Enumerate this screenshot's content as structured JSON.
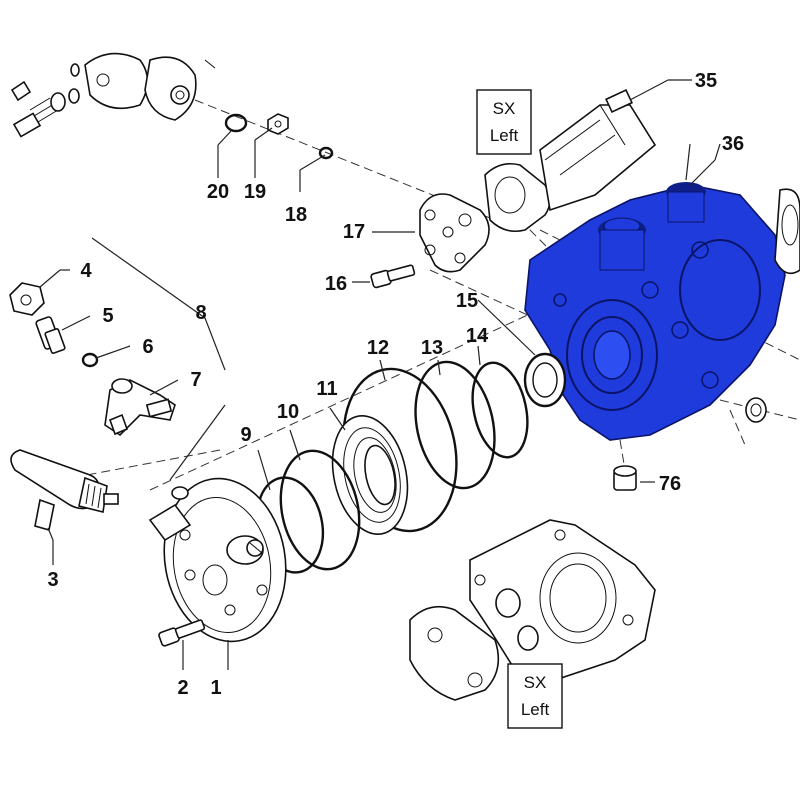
{
  "diagram": {
    "callouts": {
      "c1": "1",
      "c2": "2",
      "c3": "3",
      "c4": "4",
      "c5": "5",
      "c6": "6",
      "c7": "7",
      "c8": "8",
      "c9": "9",
      "c10": "10",
      "c11": "11",
      "c12": "12",
      "c13": "13",
      "c14": "14",
      "c15": "15",
      "c16": "16",
      "c17": "17",
      "c18": "18",
      "c19": "19",
      "c20": "20",
      "c35": "35",
      "c36": "36",
      "c76": "76"
    },
    "side_box_top": {
      "line1": "SX",
      "line2": "Left"
    },
    "side_box_bottom": {
      "line1": "SX",
      "line2": "Left"
    },
    "highlight_color": "#1f3bdc"
  }
}
